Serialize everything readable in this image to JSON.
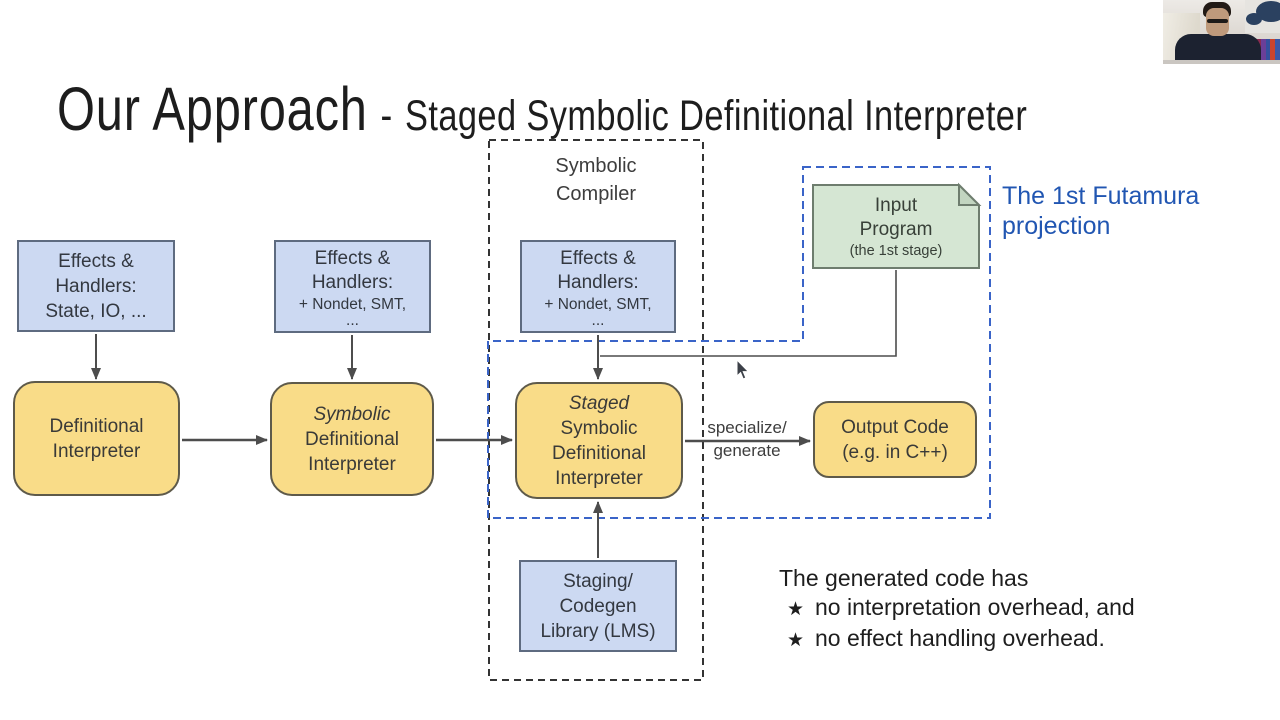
{
  "title": {
    "main": "Our Approach",
    "separator": "-",
    "subtitle": "Staged Symbolic Definitional Interpreter"
  },
  "diagram": {
    "symbolic_compiler": {
      "lines": [
        "Symbolic",
        "Compiler"
      ]
    },
    "futamura": {
      "lines": [
        "The 1st Futamura",
        "projection"
      ]
    },
    "boxes": {
      "effects_state": {
        "lines": [
          "Effects &",
          "Handlers:",
          "State, IO, ..."
        ]
      },
      "effects_nondet_a": {
        "lines": [
          "Effects &",
          "Handlers:",
          "+ Nondet, SMT,",
          "..."
        ]
      },
      "effects_nondet_b": {
        "lines": [
          "Effects &",
          "Handlers:",
          "+ Nondet, SMT,",
          "..."
        ]
      },
      "definitional": {
        "lines": [
          "Definitional",
          "Interpreter"
        ]
      },
      "symbolic_definitional": {
        "lines": [
          "Symbolic",
          "Definitional",
          "Interpreter"
        ]
      },
      "staged_symbolic": {
        "lines": [
          "Staged",
          "Symbolic",
          "Definitional",
          "Interpreter"
        ]
      },
      "input_program": {
        "lines": [
          "Input",
          "Program"
        ],
        "note": "(the 1st stage)"
      },
      "output_code": {
        "lines": [
          "Output Code",
          "(e.g. in C++)"
        ]
      },
      "staging_library": {
        "lines": [
          "Staging/",
          "Codegen",
          "Library (LMS)"
        ]
      }
    },
    "arrow_label": {
      "lines": [
        "specialize/",
        "generate"
      ]
    }
  },
  "notes": {
    "heading": "The generated code has",
    "bullet_glyph": "★",
    "bullets": [
      {
        "icon": "star",
        "text": "no interpretation overhead, and"
      },
      {
        "icon": "star",
        "text": "no effect handling overhead."
      }
    ]
  },
  "colors": {
    "box_blue_fill": "#ccd9f2",
    "box_blue_border": "#5e6b80",
    "box_yellow_fill": "#f9dc88",
    "box_yellow_border": "#5e5a4a",
    "box_green_fill": "#d5e6d3",
    "box_green_border": "#6e7d6e",
    "connector_gray": "#4d4d4d",
    "dashed_black": "#333333",
    "dashed_blue": "#3a64c8",
    "futamura_text_blue": "#2156b2",
    "text_dark": "#3d3d3d"
  }
}
